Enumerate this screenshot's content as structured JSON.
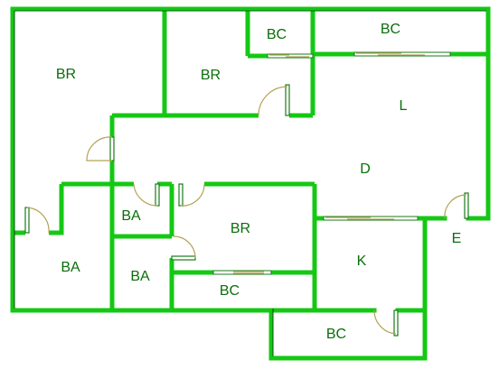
{
  "plan": {
    "wall_color": "#14c814",
    "label_color": "#0a6e0a",
    "rooms": [
      {
        "id": "br-left",
        "label": "BR"
      },
      {
        "id": "br-top",
        "label": "BR"
      },
      {
        "id": "bc-small-top",
        "label": "BC"
      },
      {
        "id": "bc-top-right",
        "label": "BC"
      },
      {
        "id": "living",
        "label": "L"
      },
      {
        "id": "dining",
        "label": "D"
      },
      {
        "id": "entry",
        "label": "E"
      },
      {
        "id": "ba-top",
        "label": "BA"
      },
      {
        "id": "br-center",
        "label": "BR"
      },
      {
        "id": "ba-left",
        "label": "BA"
      },
      {
        "id": "ba-bottom",
        "label": "BA"
      },
      {
        "id": "bc-center",
        "label": "BC"
      },
      {
        "id": "kitchen",
        "label": "K"
      },
      {
        "id": "bc-bottom",
        "label": "BC"
      }
    ]
  }
}
